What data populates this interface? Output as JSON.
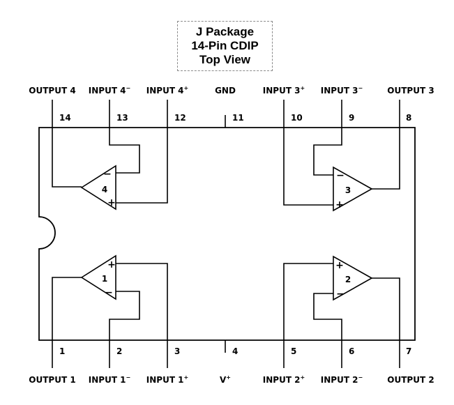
{
  "caption": {
    "line1": "J Package",
    "line2": "14-Pin CDIP",
    "line3": "Top View"
  },
  "top_pins": [
    {
      "num": "14",
      "name": "OUTPUT 4",
      "sup": ""
    },
    {
      "num": "13",
      "name": "INPUT 4",
      "sup": "−"
    },
    {
      "num": "12",
      "name": "INPUT 4",
      "sup": "+"
    },
    {
      "num": "11",
      "name": "GND",
      "sup": ""
    },
    {
      "num": "10",
      "name": "INPUT 3",
      "sup": "+"
    },
    {
      "num": "9",
      "name": "INPUT 3",
      "sup": "−"
    },
    {
      "num": "8",
      "name": "OUTPUT 3",
      "sup": ""
    }
  ],
  "bottom_pins": [
    {
      "num": "1",
      "name": "OUTPUT 1",
      "sup": ""
    },
    {
      "num": "2",
      "name": "INPUT 1",
      "sup": "−"
    },
    {
      "num": "3",
      "name": "INPUT 1",
      "sup": "+"
    },
    {
      "num": "4",
      "name": "V",
      "sup": "+"
    },
    {
      "num": "5",
      "name": "INPUT 2",
      "sup": "+"
    },
    {
      "num": "6",
      "name": "INPUT 2",
      "sup": "−"
    },
    {
      "num": "7",
      "name": "OUTPUT 2",
      "sup": ""
    }
  ],
  "amplifiers": [
    {
      "label": "1",
      "plus": "+",
      "minus": "−"
    },
    {
      "label": "2",
      "plus": "+",
      "minus": "−"
    },
    {
      "label": "3",
      "plus": "+",
      "minus": "−"
    },
    {
      "label": "4",
      "plus": "+",
      "minus": "−"
    }
  ]
}
